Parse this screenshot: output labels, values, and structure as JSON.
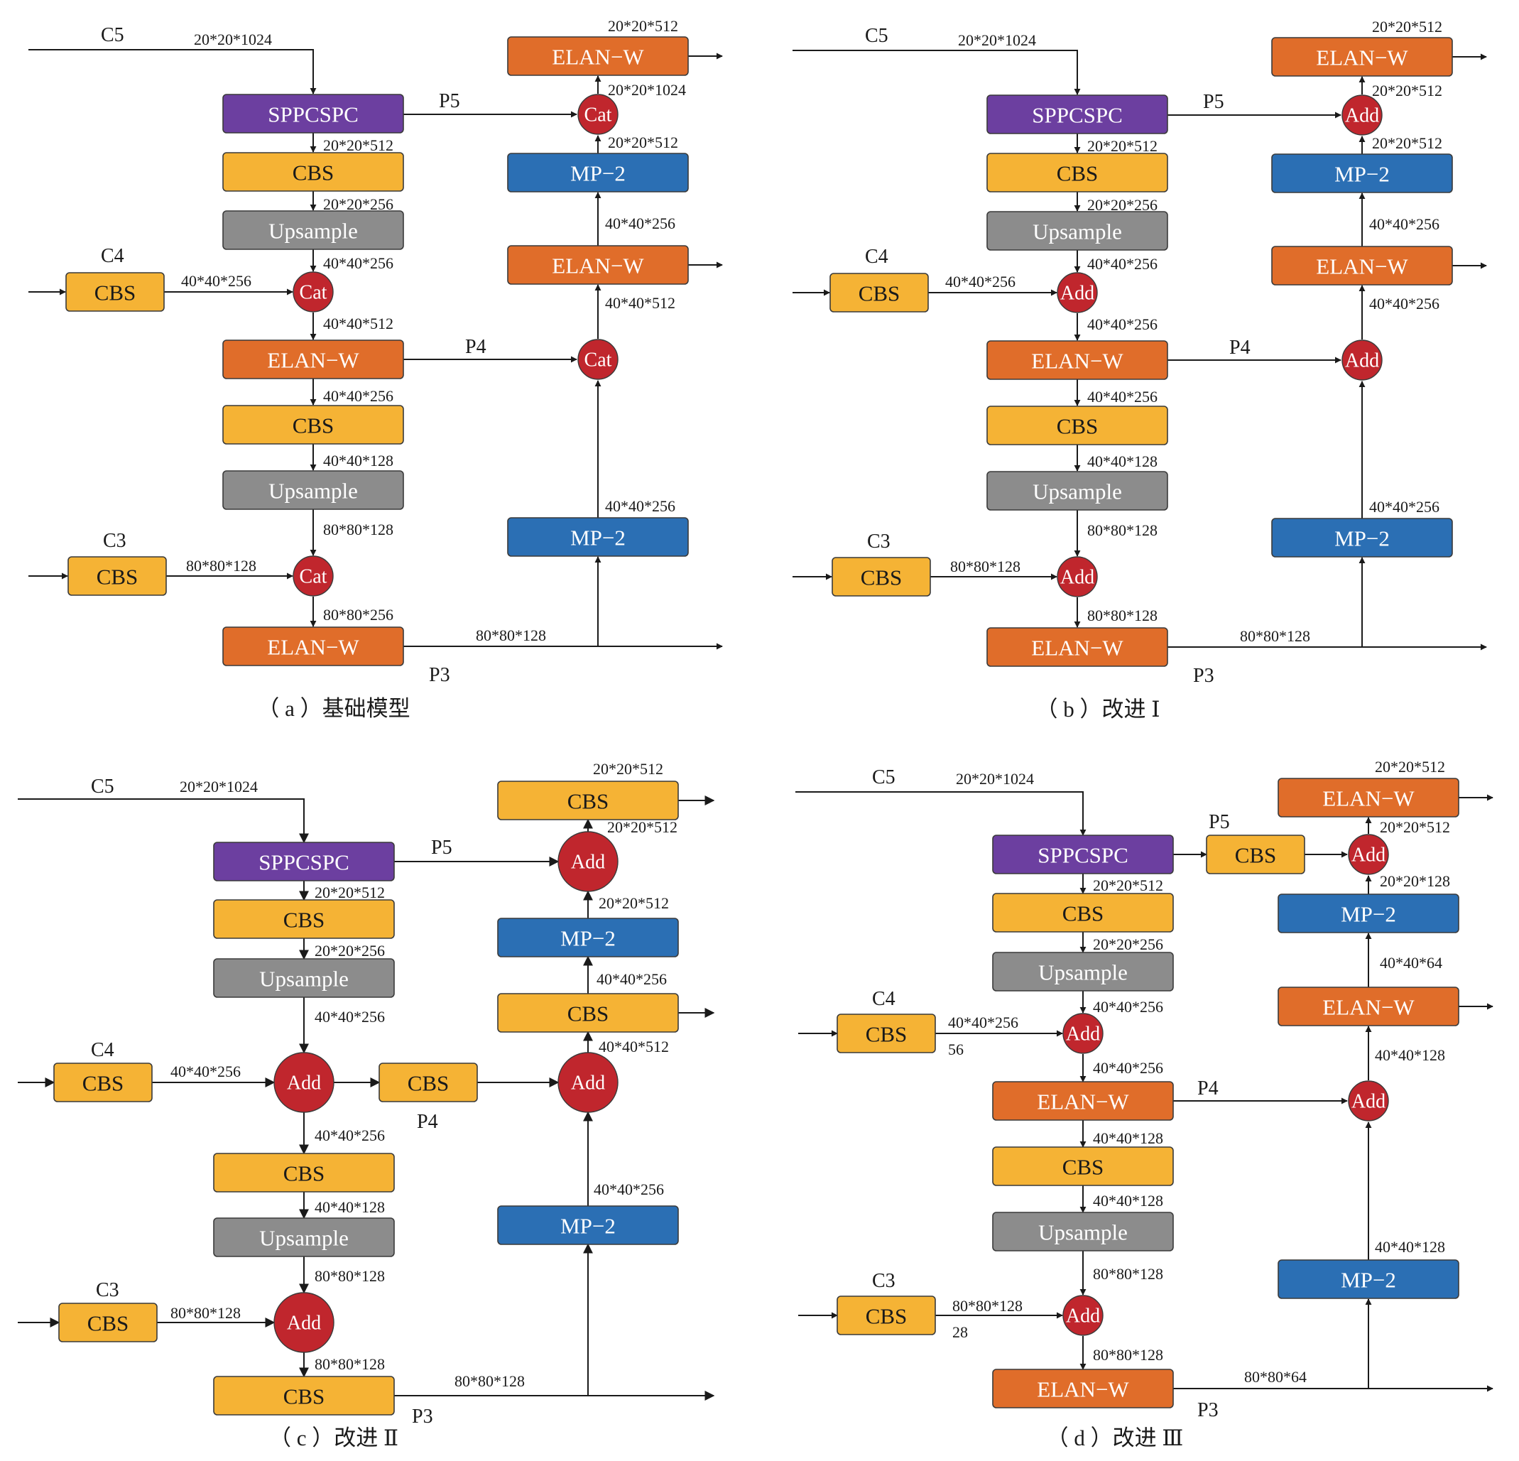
{
  "colors": {
    "SPPCSPC": "#6c3fa0",
    "CBS": "#f5b335",
    "Upsample": "#8c8c8c",
    "ELAN-W": "#e06d2a",
    "MP-2": "#2b6fb4",
    "op": "#c0262d"
  },
  "panels": [
    {
      "caption": "（ a ）基础模型",
      "nodes": [
        {
          "id": "sppcspc",
          "label": "SPPCSPC",
          "kind": "SPPCSPC"
        },
        {
          "id": "cbs1",
          "label": "CBS",
          "kind": "CBS"
        },
        {
          "id": "up1",
          "label": "Upsample",
          "kind": "Upsample"
        },
        {
          "id": "c4cbs",
          "label": "CBS",
          "kind": "CBS"
        },
        {
          "id": "op1",
          "label": "Cat",
          "kind": "op"
        },
        {
          "id": "elan1",
          "label": "ELAN−W",
          "kind": "ELAN-W"
        },
        {
          "id": "cbs2",
          "label": "CBS",
          "kind": "CBS"
        },
        {
          "id": "up2",
          "label": "Upsample",
          "kind": "Upsample"
        },
        {
          "id": "c3cbs",
          "label": "CBS",
          "kind": "CBS"
        },
        {
          "id": "op2",
          "label": "Cat",
          "kind": "op"
        },
        {
          "id": "elan2",
          "label": "ELAN−W",
          "kind": "ELAN-W"
        },
        {
          "id": "mp_low",
          "label": "MP−2",
          "kind": "MP-2"
        },
        {
          "id": "op3",
          "label": "Cat",
          "kind": "op"
        },
        {
          "id": "r_mid",
          "label": "ELAN−W",
          "kind": "ELAN-W"
        },
        {
          "id": "mp_up",
          "label": "MP−2",
          "kind": "MP-2"
        },
        {
          "id": "op4",
          "label": "Cat",
          "kind": "op"
        },
        {
          "id": "r_top",
          "label": "ELAN−W",
          "kind": "ELAN-W"
        }
      ],
      "texts": [
        {
          "id": "c5",
          "text": "C5",
          "cls": "lbl"
        },
        {
          "id": "c5dim",
          "text": "20*20*1024",
          "cls": "dim"
        },
        {
          "id": "p5",
          "text": "P5",
          "cls": "lbl"
        },
        {
          "id": "d_s1",
          "text": "20*20*512",
          "cls": "dim"
        },
        {
          "id": "d_s2",
          "text": "20*20*256",
          "cls": "dim"
        },
        {
          "id": "c4",
          "text": "C4",
          "cls": "lbl"
        },
        {
          "id": "c4dim",
          "text": "40*40*256",
          "cls": "dim"
        },
        {
          "id": "d_s3",
          "text": "40*40*256",
          "cls": "dim"
        },
        {
          "id": "d_s4",
          "text": "40*40*512",
          "cls": "dim"
        },
        {
          "id": "p4",
          "text": "P4",
          "cls": "lbl"
        },
        {
          "id": "d_s5",
          "text": "40*40*256",
          "cls": "dim"
        },
        {
          "id": "d_s6",
          "text": "40*40*128",
          "cls": "dim"
        },
        {
          "id": "c3",
          "text": "C3",
          "cls": "lbl"
        },
        {
          "id": "d_s7",
          "text": "80*80*128",
          "cls": "dim"
        },
        {
          "id": "c3dim",
          "text": "80*80*128",
          "cls": "dim"
        },
        {
          "id": "d_s8",
          "text": "80*80*256",
          "cls": "dim"
        },
        {
          "id": "p3",
          "text": "P3",
          "cls": "lbl"
        },
        {
          "id": "p3dim",
          "text": "80*80*128",
          "cls": "dim"
        },
        {
          "id": "d_r1",
          "text": "40*40*256",
          "cls": "dim"
        },
        {
          "id": "d_r2",
          "text": "40*40*512",
          "cls": "dim"
        },
        {
          "id": "d_r3",
          "text": "40*40*256",
          "cls": "dim"
        },
        {
          "id": "d_r4",
          "text": "20*20*512",
          "cls": "dim"
        },
        {
          "id": "d_r5",
          "text": "20*20*1024",
          "cls": "dim"
        },
        {
          "id": "d_r6",
          "text": "20*20*512",
          "cls": "dim"
        }
      ]
    },
    {
      "caption": "（ b ）改进 Ⅰ",
      "nodes": [
        {
          "id": "sppcspc",
          "label": "SPPCSPC",
          "kind": "SPPCSPC"
        },
        {
          "id": "cbs1",
          "label": "CBS",
          "kind": "CBS"
        },
        {
          "id": "up1",
          "label": "Upsample",
          "kind": "Upsample"
        },
        {
          "id": "c4cbs",
          "label": "CBS",
          "kind": "CBS"
        },
        {
          "id": "op1",
          "label": "Add",
          "kind": "op"
        },
        {
          "id": "elan1",
          "label": "ELAN−W",
          "kind": "ELAN-W"
        },
        {
          "id": "cbs2",
          "label": "CBS",
          "kind": "CBS"
        },
        {
          "id": "up2",
          "label": "Upsample",
          "kind": "Upsample"
        },
        {
          "id": "c3cbs",
          "label": "CBS",
          "kind": "CBS"
        },
        {
          "id": "op2",
          "label": "Add",
          "kind": "op"
        },
        {
          "id": "elan2",
          "label": "ELAN−W",
          "kind": "ELAN-W"
        },
        {
          "id": "mp_low",
          "label": "MP−2",
          "kind": "MP-2"
        },
        {
          "id": "op3",
          "label": "Add",
          "kind": "op"
        },
        {
          "id": "r_mid",
          "label": "ELAN−W",
          "kind": "ELAN-W"
        },
        {
          "id": "mp_up",
          "label": "MP−2",
          "kind": "MP-2"
        },
        {
          "id": "op4",
          "label": "Add",
          "kind": "op"
        },
        {
          "id": "r_top",
          "label": "ELAN−W",
          "kind": "ELAN-W"
        }
      ],
      "texts": [
        {
          "id": "c5",
          "text": "C5",
          "cls": "lbl"
        },
        {
          "id": "c5dim",
          "text": "20*20*1024",
          "cls": "dim"
        },
        {
          "id": "p5",
          "text": "P5",
          "cls": "lbl"
        },
        {
          "id": "d_s1",
          "text": "20*20*512",
          "cls": "dim"
        },
        {
          "id": "d_s2",
          "text": "20*20*256",
          "cls": "dim"
        },
        {
          "id": "c4",
          "text": "C4",
          "cls": "lbl"
        },
        {
          "id": "c4dim",
          "text": "40*40*256",
          "cls": "dim"
        },
        {
          "id": "d_s3",
          "text": "40*40*256",
          "cls": "dim"
        },
        {
          "id": "d_s4",
          "text": "40*40*256",
          "cls": "dim"
        },
        {
          "id": "p4",
          "text": "P4",
          "cls": "lbl"
        },
        {
          "id": "d_s5",
          "text": "40*40*256",
          "cls": "dim"
        },
        {
          "id": "d_s6",
          "text": "40*40*128",
          "cls": "dim"
        },
        {
          "id": "c3",
          "text": "C3",
          "cls": "lbl"
        },
        {
          "id": "d_s7",
          "text": "80*80*128",
          "cls": "dim"
        },
        {
          "id": "c3dim",
          "text": "80*80*128",
          "cls": "dim"
        },
        {
          "id": "d_s8",
          "text": "80*80*128",
          "cls": "dim"
        },
        {
          "id": "p3",
          "text": "P3",
          "cls": "lbl"
        },
        {
          "id": "p3dim",
          "text": "80*80*128",
          "cls": "dim"
        },
        {
          "id": "d_r1",
          "text": "40*40*256",
          "cls": "dim"
        },
        {
          "id": "d_r2",
          "text": "40*40*256",
          "cls": "dim"
        },
        {
          "id": "d_r3",
          "text": "40*40*256",
          "cls": "dim"
        },
        {
          "id": "d_r4",
          "text": "20*20*512",
          "cls": "dim"
        },
        {
          "id": "d_r5",
          "text": "20*20*512",
          "cls": "dim"
        },
        {
          "id": "d_r6",
          "text": "20*20*512",
          "cls": "dim"
        }
      ]
    },
    {
      "caption": "（ c ）改进 Ⅱ",
      "nodes": [
        {
          "id": "sppcspc",
          "label": "SPPCSPC",
          "kind": "SPPCSPC"
        },
        {
          "id": "cbs1",
          "label": "CBS",
          "kind": "CBS"
        },
        {
          "id": "up1",
          "label": "Upsample",
          "kind": "Upsample"
        },
        {
          "id": "c4cbs",
          "label": "CBS",
          "kind": "CBS"
        },
        {
          "id": "op1",
          "label": "Add",
          "kind": "op"
        },
        {
          "id": "p4cbs",
          "label": "CBS",
          "kind": "CBS"
        },
        {
          "id": "cbs2",
          "label": "CBS",
          "kind": "CBS"
        },
        {
          "id": "up2",
          "label": "Upsample",
          "kind": "Upsample"
        },
        {
          "id": "c3cbs",
          "label": "CBS",
          "kind": "CBS"
        },
        {
          "id": "op2",
          "label": "Add",
          "kind": "op"
        },
        {
          "id": "cbs3",
          "label": "CBS",
          "kind": "CBS"
        },
        {
          "id": "mp_low",
          "label": "MP−2",
          "kind": "MP-2"
        },
        {
          "id": "op3",
          "label": "Add",
          "kind": "op"
        },
        {
          "id": "r_mid",
          "label": "CBS",
          "kind": "CBS"
        },
        {
          "id": "mp_up",
          "label": "MP−2",
          "kind": "MP-2"
        },
        {
          "id": "op4",
          "label": "Add",
          "kind": "op"
        },
        {
          "id": "r_top",
          "label": "CBS",
          "kind": "CBS"
        }
      ],
      "texts": [
        {
          "id": "c5",
          "text": "C5",
          "cls": "lbl"
        },
        {
          "id": "c5dim",
          "text": "20*20*1024",
          "cls": "dim"
        },
        {
          "id": "p5",
          "text": "P5",
          "cls": "lbl"
        },
        {
          "id": "d_s1",
          "text": "20*20*512",
          "cls": "dim"
        },
        {
          "id": "d_s2",
          "text": "20*20*256",
          "cls": "dim"
        },
        {
          "id": "d_s3",
          "text": "40*40*256",
          "cls": "dim"
        },
        {
          "id": "c4",
          "text": "C4",
          "cls": "lbl"
        },
        {
          "id": "c4dim",
          "text": "40*40*256",
          "cls": "dim"
        },
        {
          "id": "p4",
          "text": "P4",
          "cls": "lbl"
        },
        {
          "id": "d_s4",
          "text": "40*40*256",
          "cls": "dim"
        },
        {
          "id": "d_s5",
          "text": "40*40*128",
          "cls": "dim"
        },
        {
          "id": "d_s6",
          "text": "80*80*128",
          "cls": "dim"
        },
        {
          "id": "c3",
          "text": "C3",
          "cls": "lbl"
        },
        {
          "id": "c3dim",
          "text": "80*80*128",
          "cls": "dim"
        },
        {
          "id": "d_s7",
          "text": "80*80*128",
          "cls": "dim"
        },
        {
          "id": "p3",
          "text": "P3",
          "cls": "lbl"
        },
        {
          "id": "p3dim",
          "text": "80*80*128",
          "cls": "dim"
        },
        {
          "id": "d_r1",
          "text": "40*40*256",
          "cls": "dim"
        },
        {
          "id": "d_r2",
          "text": "40*40*512",
          "cls": "dim"
        },
        {
          "id": "d_r3",
          "text": "40*40*256",
          "cls": "dim"
        },
        {
          "id": "d_r4",
          "text": "20*20*512",
          "cls": "dim"
        },
        {
          "id": "d_r5",
          "text": "20*20*512",
          "cls": "dim"
        },
        {
          "id": "d_r6",
          "text": "20*20*512",
          "cls": "dim"
        }
      ]
    },
    {
      "caption": "（ d ）改进 Ⅲ",
      "nodes": [
        {
          "id": "sppcspc",
          "label": "SPPCSPC",
          "kind": "SPPCSPC"
        },
        {
          "id": "p5cbs",
          "label": "CBS",
          "kind": "CBS"
        },
        {
          "id": "cbs1",
          "label": "CBS",
          "kind": "CBS"
        },
        {
          "id": "up1",
          "label": "Upsample",
          "kind": "Upsample"
        },
        {
          "id": "c4cbs",
          "label": "CBS",
          "kind": "CBS"
        },
        {
          "id": "op1",
          "label": "Add",
          "kind": "op"
        },
        {
          "id": "elan1",
          "label": "ELAN−W",
          "kind": "ELAN-W"
        },
        {
          "id": "cbs2",
          "label": "CBS",
          "kind": "CBS"
        },
        {
          "id": "up2",
          "label": "Upsample",
          "kind": "Upsample"
        },
        {
          "id": "c3cbs",
          "label": "CBS",
          "kind": "CBS"
        },
        {
          "id": "op2",
          "label": "Add",
          "kind": "op"
        },
        {
          "id": "elan2",
          "label": "ELAN−W",
          "kind": "ELAN-W"
        },
        {
          "id": "mp_low",
          "label": "MP−2",
          "kind": "MP-2"
        },
        {
          "id": "op3",
          "label": "Add",
          "kind": "op"
        },
        {
          "id": "r_mid",
          "label": "ELAN−W",
          "kind": "ELAN-W"
        },
        {
          "id": "mp_up",
          "label": "MP−2",
          "kind": "MP-2"
        },
        {
          "id": "op4",
          "label": "Add",
          "kind": "op"
        },
        {
          "id": "r_top",
          "label": "ELAN−W",
          "kind": "ELAN-W"
        }
      ],
      "texts": [
        {
          "id": "c5",
          "text": "C5",
          "cls": "lbl"
        },
        {
          "id": "c5dim",
          "text": "20*20*1024",
          "cls": "dim"
        },
        {
          "id": "p5",
          "text": "P5",
          "cls": "lbl"
        },
        {
          "id": "d_s1",
          "text": "20*20*512",
          "cls": "dim"
        },
        {
          "id": "d_s2",
          "text": "20*20*256",
          "cls": "dim"
        },
        {
          "id": "c4",
          "text": "C4",
          "cls": "lbl"
        },
        {
          "id": "c4dim",
          "text": "40*40*256",
          "cls": "dim"
        },
        {
          "id": "c4dim2",
          "text": "56",
          "cls": "dim"
        },
        {
          "id": "d_s3",
          "text": "40*40*256",
          "cls": "dim"
        },
        {
          "id": "d_s4",
          "text": "40*40*256",
          "cls": "dim"
        },
        {
          "id": "p4",
          "text": "P4",
          "cls": "lbl"
        },
        {
          "id": "d_s5",
          "text": "40*40*128",
          "cls": "dim"
        },
        {
          "id": "d_s6",
          "text": "40*40*128",
          "cls": "dim"
        },
        {
          "id": "c3",
          "text": "C3",
          "cls": "lbl"
        },
        {
          "id": "d_s7",
          "text": "80*80*128",
          "cls": "dim"
        },
        {
          "id": "c3dim",
          "text": "80*80*128",
          "cls": "dim"
        },
        {
          "id": "c3dim2",
          "text": "28",
          "cls": "dim"
        },
        {
          "id": "d_s8",
          "text": "80*80*128",
          "cls": "dim"
        },
        {
          "id": "p3",
          "text": "P3",
          "cls": "lbl"
        },
        {
          "id": "p3dim",
          "text": "80*80*64",
          "cls": "dim"
        },
        {
          "id": "d_r1",
          "text": "40*40*128",
          "cls": "dim"
        },
        {
          "id": "d_r2",
          "text": "40*40*128",
          "cls": "dim"
        },
        {
          "id": "d_r3",
          "text": "40*40*64",
          "cls": "dim"
        },
        {
          "id": "d_r4",
          "text": "20*20*128",
          "cls": "dim"
        },
        {
          "id": "d_r5",
          "text": "20*20*512",
          "cls": "dim"
        },
        {
          "id": "d_r6",
          "text": "20*20*512",
          "cls": "dim"
        }
      ]
    }
  ]
}
